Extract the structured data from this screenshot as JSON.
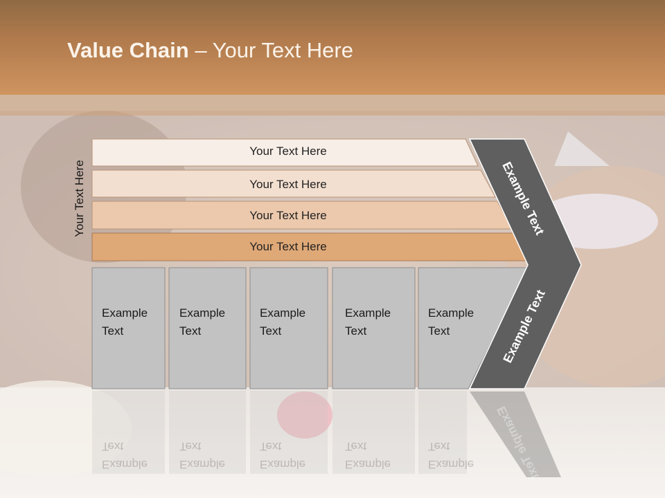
{
  "slide": {
    "title_bold": "Value Chain",
    "title_rest": " – Your Text Here",
    "vertical_label": "Your Text Here"
  },
  "rows": [
    "Your Text Here",
    "Your Text Here",
    "Your Text Here",
    "Your Text Here"
  ],
  "columns": [
    {
      "line1": "Example",
      "line2": "Text"
    },
    {
      "line1": "Example",
      "line2": "Text"
    },
    {
      "line1": "Example",
      "line2": "Text"
    },
    {
      "line1": "Example",
      "line2": "Text"
    },
    {
      "line1": "Example",
      "line2": "Text"
    }
  ],
  "chevron": {
    "upper": "Example Text",
    "lower": "Example Text"
  },
  "colors": {
    "header": "#cf9460",
    "row1": "#f7eee7",
    "row2": "#f3dfd0",
    "row3": "#ecc9ad",
    "row4": "#dfa877",
    "column": "#c2c2c2",
    "chevron": "#5f5f5f"
  }
}
